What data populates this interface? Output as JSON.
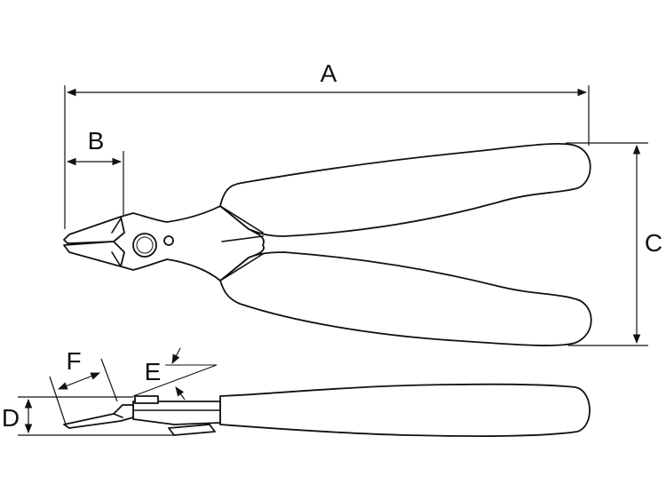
{
  "dimension_labels": {
    "a": "A",
    "b": "B",
    "c": "C",
    "d": "D",
    "e": "E",
    "f": "F"
  }
}
